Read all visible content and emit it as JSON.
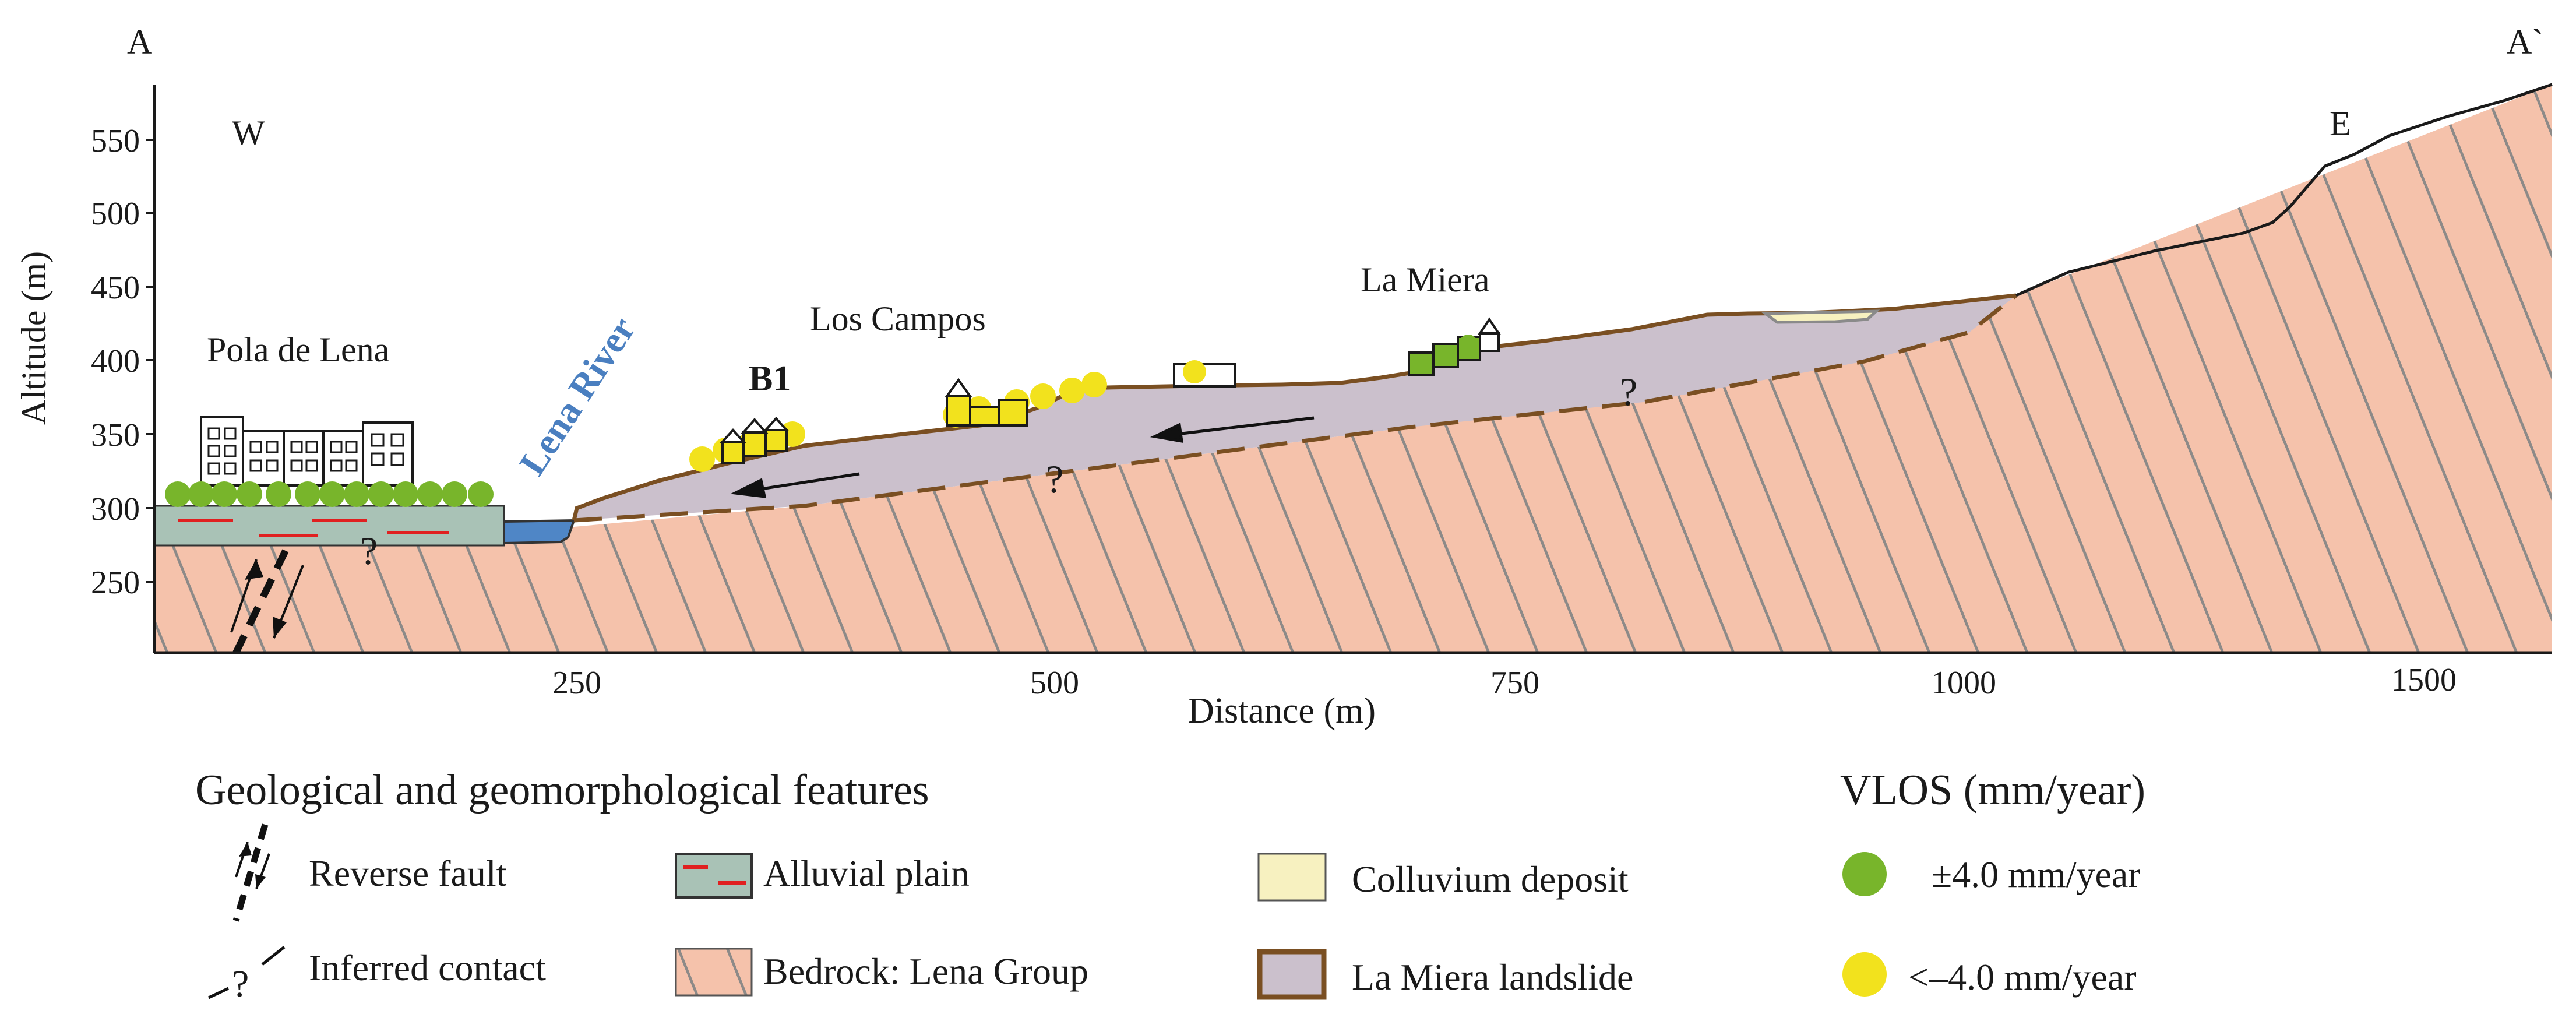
{
  "section": {
    "start_label": "A",
    "end_label": "A`",
    "west_label": "W",
    "east_label": "E"
  },
  "axes": {
    "y_label": "Altitude (m)",
    "x_label": "Distance (m)",
    "y_ticks": [
      "250",
      "300",
      "350",
      "400",
      "450",
      "500",
      "550"
    ],
    "x_ticks": [
      "250",
      "500",
      "750",
      "1000",
      "1500"
    ]
  },
  "places": {
    "town": "Pola de Lena",
    "river": "Lena River",
    "hamlet1": "Los Campos",
    "hamlet2": "La Miera",
    "building_id": "B1",
    "uncertain_mark": "?"
  },
  "legend": {
    "features_title": "Geological and geomorphological features",
    "reverse_fault": "Reverse fault",
    "inferred_contact": "Inferred contact",
    "alluvial_plain": "Alluvial plain",
    "bedrock": "Bedrock: Lena Group",
    "colluvium": "Colluvium deposit",
    "landslide": "La Miera landslide",
    "vlos_title": "VLOS (mm/year)",
    "stable": "±4.0 mm/year",
    "moving": "<–4.0 mm/year"
  },
  "colors": {
    "bedrock": "#f5c2ab",
    "alluvial": "#a9c2b6",
    "landslide": "#cbc0cc",
    "landslide_outline": "#7a4f22",
    "colluvium": "#f7f1c0",
    "river": "#4f86c6",
    "river_label": "#4a7fc0",
    "stable_point": "#78b52b",
    "moving_point": "#f2e21d",
    "fault_red": "#e02020"
  }
}
